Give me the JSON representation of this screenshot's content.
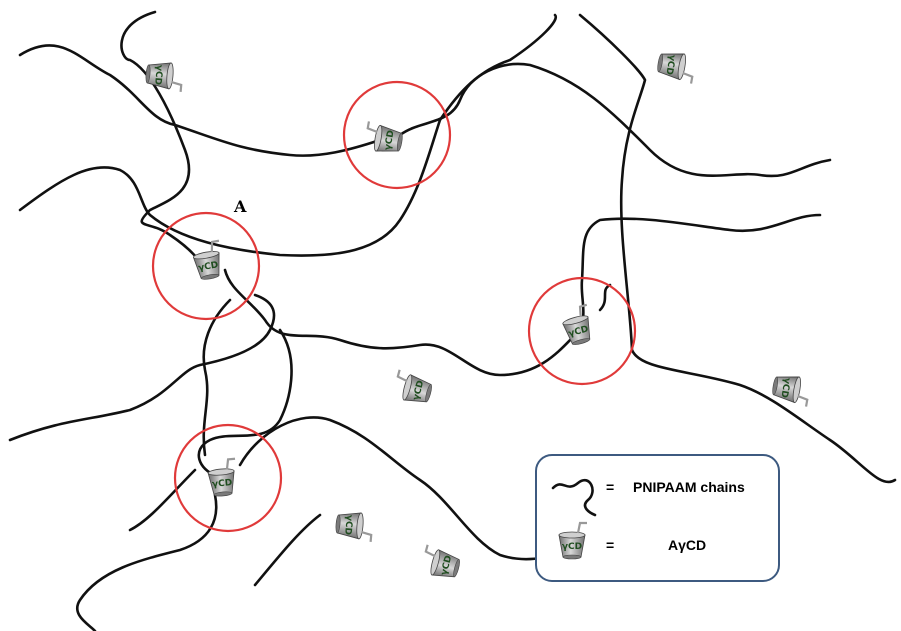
{
  "diagram": {
    "point_label": "A",
    "cd_label": "γCD",
    "legend": {
      "items": [
        {
          "equals": "=",
          "label": "PNIPAAM chains"
        },
        {
          "equals": "=",
          "label": "AγCD"
        }
      ]
    },
    "colors": {
      "chain": "#111111",
      "ring": "#e03a3a",
      "cd_body": "#9a9a9a",
      "cd_text": "#1f4d1f",
      "legend_border": "#3d5a80"
    }
  }
}
